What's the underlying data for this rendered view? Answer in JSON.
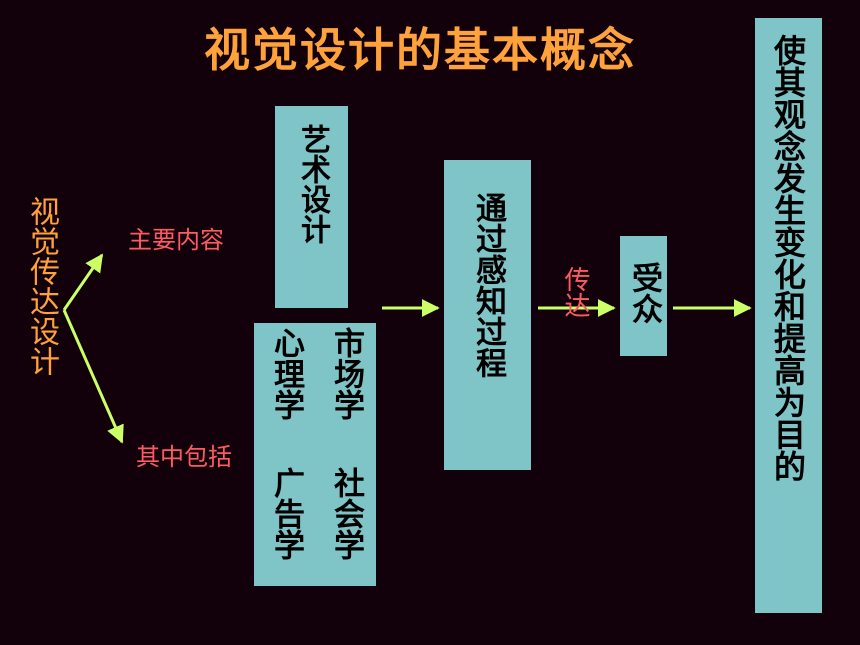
{
  "title": "视觉设计的基本概念",
  "left_term": "视觉传达设计",
  "branch_labels": {
    "main_content": "主要内容",
    "includes": "其中包括"
  },
  "boxes": {
    "art_design": "艺术设计",
    "disciplines": {
      "psychology": "心理学",
      "marketing": "市场学",
      "advertising": "广告学",
      "sociology": "社会学"
    },
    "perception": "通过感知过程",
    "audience": "受众",
    "goal": "使其观念发生变化和提高为目的"
  },
  "connector_label": "传达",
  "colors": {
    "background": "#12000a",
    "title": "#ffa23c",
    "left_term": "#ffa23c",
    "branch_label": "#ff5a63",
    "box_fill": "#7fc4c6",
    "arrow": "#ccff66"
  }
}
